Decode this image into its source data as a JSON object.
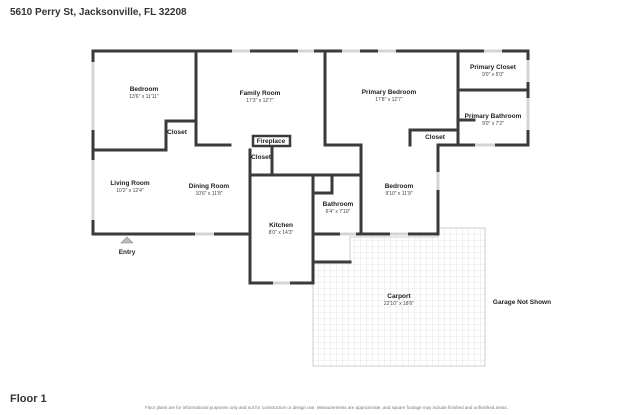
{
  "header": {
    "address": "5610 Perry St, Jacksonville, FL 32208"
  },
  "footer": {
    "floor_label": "Floor 1",
    "disclaimer": "Floor plans are for informational purposes only and not for construction or design use. Measurements are approximate, and square footage may include finished and unfinished areas."
  },
  "rooms": {
    "bedroom_left": {
      "name": "Bedroom",
      "dims": "13'6\" x 11'11\""
    },
    "family_room": {
      "name": "Family Room",
      "dims": "17'3\" x 12'7\""
    },
    "primary_bedroom": {
      "name": "Primary Bedroom",
      "dims": "17'8\" x 12'7\""
    },
    "primary_closet": {
      "name": "Primary Closet",
      "dims": "9'0\" x 5'0\""
    },
    "primary_bathroom": {
      "name": "Primary Bathroom",
      "dims": "9'0\" x 7'2\""
    },
    "closet_left": {
      "name": "Closet"
    },
    "closet_center": {
      "name": "Closet"
    },
    "closet_right": {
      "name": "Closet"
    },
    "fireplace": {
      "name": "Fireplace"
    },
    "living_room": {
      "name": "Living Room",
      "dims": "10'2\" x 12'4\""
    },
    "dining_room": {
      "name": "Dining Room",
      "dims": "10'6\" x 11'8\""
    },
    "kitchen": {
      "name": "Kitchen",
      "dims": "8'0\" x 14'3\""
    },
    "bathroom": {
      "name": "Bathroom",
      "dims": "6'4\" x 7'10\""
    },
    "bedroom_right": {
      "name": "Bedroom",
      "dims": "9'10\" x 11'9\""
    },
    "carport": {
      "name": "Carport",
      "dims": "22'10\" x 18'6\""
    }
  },
  "labels": {
    "entry": "Entry",
    "garage_note": "Garage Not Shown"
  },
  "colors": {
    "wall": "#3a3a3a",
    "window": "#d4d4d4",
    "carport_grid": "#cfcfcf"
  }
}
